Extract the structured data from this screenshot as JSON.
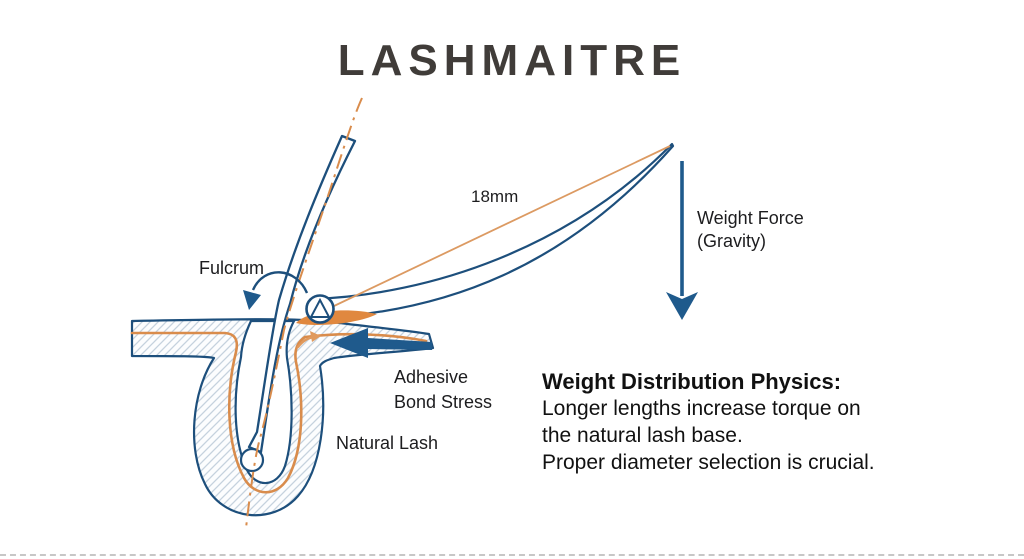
{
  "title": "LASHMAITRE",
  "diagram": {
    "labels": {
      "fulcrum": "Fulcrum",
      "length": "18mm",
      "weight_force_line1": "Weight Force",
      "weight_force_line2": "(Gravity)",
      "adhesive_line1": "Adhesive",
      "adhesive_line2": "Bond Stress",
      "natural_lash": "Natural Lash"
    },
    "colors": {
      "outline_blue": "#1d4f7c",
      "arrow_blue": "#1f5a8c",
      "line_orange": "#d98c4c",
      "adhesive_orange": "#e0883f",
      "hatch_blue": "#c5d2de",
      "label_text": "#1d1d1f",
      "title_text": "#403c39"
    }
  },
  "info_box": {
    "heading": "Weight Distribution Physics:",
    "line1": "Longer lengths increase torque on",
    "line2": "the natural lash base.",
    "line3": "Proper diameter selection is crucial."
  }
}
